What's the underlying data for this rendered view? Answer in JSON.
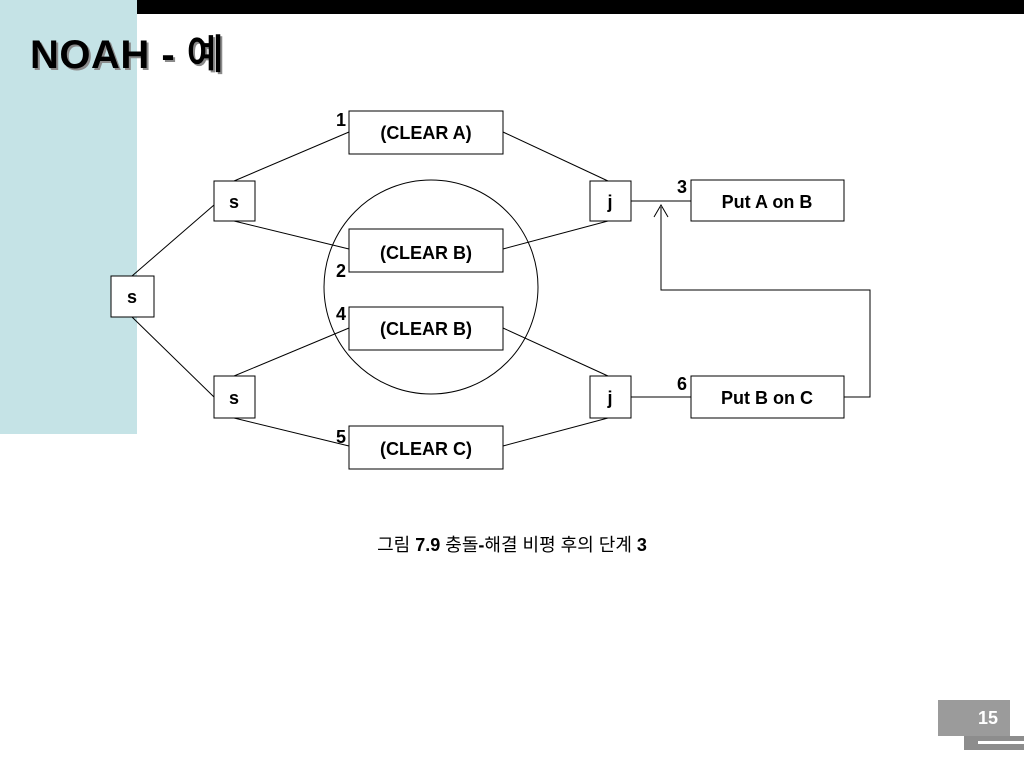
{
  "title": "NOAH - 예",
  "nodes": {
    "root_s": "s",
    "upper_s": "s",
    "lower_s": "s",
    "upper_j": "j",
    "lower_j": "j",
    "clear_a": "(CLEAR A)",
    "clear_b_upper": "(CLEAR B)",
    "clear_b_lower": "(CLEAR B)",
    "clear_c": "(CLEAR C)",
    "put_a_on_b": "Put A on B",
    "put_b_on_c": "Put B on C"
  },
  "labels": {
    "n1": "1",
    "n2": "2",
    "n3": "3",
    "n4": "4",
    "n5": "5",
    "n6": "6"
  },
  "caption": {
    "prefix": "그림 ",
    "figure_number": "7.9",
    "middle": " 충돌",
    "dash": "-",
    "suffix": "해결 비평 후의 단계 ",
    "step": "3"
  },
  "page_number": "15"
}
